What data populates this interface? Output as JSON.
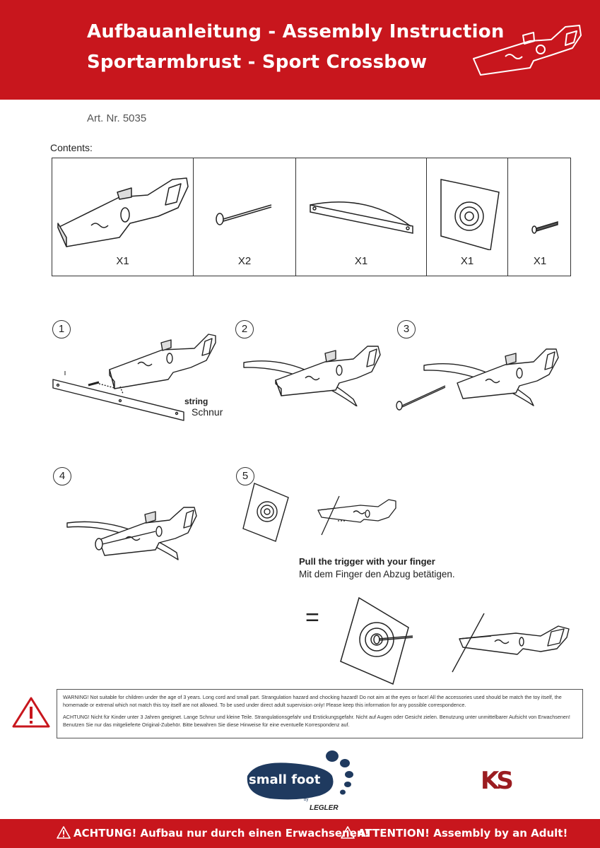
{
  "header": {
    "title_line1": "Aufbauanleitung - Assembly Instruction",
    "title_line2": "Sportarmbrust - Sport Crossbow"
  },
  "article": {
    "number": "Art. Nr. 5035"
  },
  "contents": {
    "label": "Contents:",
    "items": [
      {
        "icon": "crossbow-stock-icon",
        "qty": "X1"
      },
      {
        "icon": "arrow-icon",
        "qty": "X2"
      },
      {
        "icon": "bow-limb-icon",
        "qty": "X1"
      },
      {
        "icon": "target-icon",
        "qty": "X1"
      },
      {
        "icon": "screw-icon",
        "qty": "X1"
      }
    ]
  },
  "steps": [
    {
      "number": "1",
      "label_en": "string",
      "label_de": "Schnur"
    },
    {
      "number": "2"
    },
    {
      "number": "3"
    },
    {
      "number": "4"
    },
    {
      "number": "5",
      "instruction_en": "Pull the trigger with your finger",
      "instruction_de": "Mit dem Finger den Abzug betätigen.",
      "equals": "="
    }
  ],
  "warning": {
    "en": "WARNING! Not suitable for children under the age of 3 years. Long cord and small part. Strangulation hazard and chocking hazard! Do not aim at the eyes or face! All the accessories used should be match the toy itself, the homemade or extrenal which not match this toy itself are not allowed. To be used under direct adult supervision only! Please keep this information for any possible correspondence.",
    "de": "ACHTUNG! Nicht für Kinder unter 3 Jahren geeignet. Lange Schnur und kleine Teile. Strangulationsgefahr und Erstickungsgefahr. Nicht auf Augen oder Gesicht zielen. Benutzung unter unmittelbarer Aufsicht von Erwachsenen! Benutzen Sie nur das mitgelieferte Original-Zubehör. Bitte bewahren Sie diese Hinweise für eine eventuelle Korrespondenz auf.",
    "icon": "warning-triangle-icon"
  },
  "brands": {
    "smallfoot": "small foot",
    "by": "by",
    "legler": "LEGLER",
    "ks": "KS"
  },
  "footer": {
    "left": "ACHTUNG! Aufbau nur durch einen Erwachsenen!",
    "right": "ATTENTION! Assembly by an Adult!"
  },
  "colors": {
    "brand_red": "#c8161d",
    "navy": "#1f3a5f"
  }
}
